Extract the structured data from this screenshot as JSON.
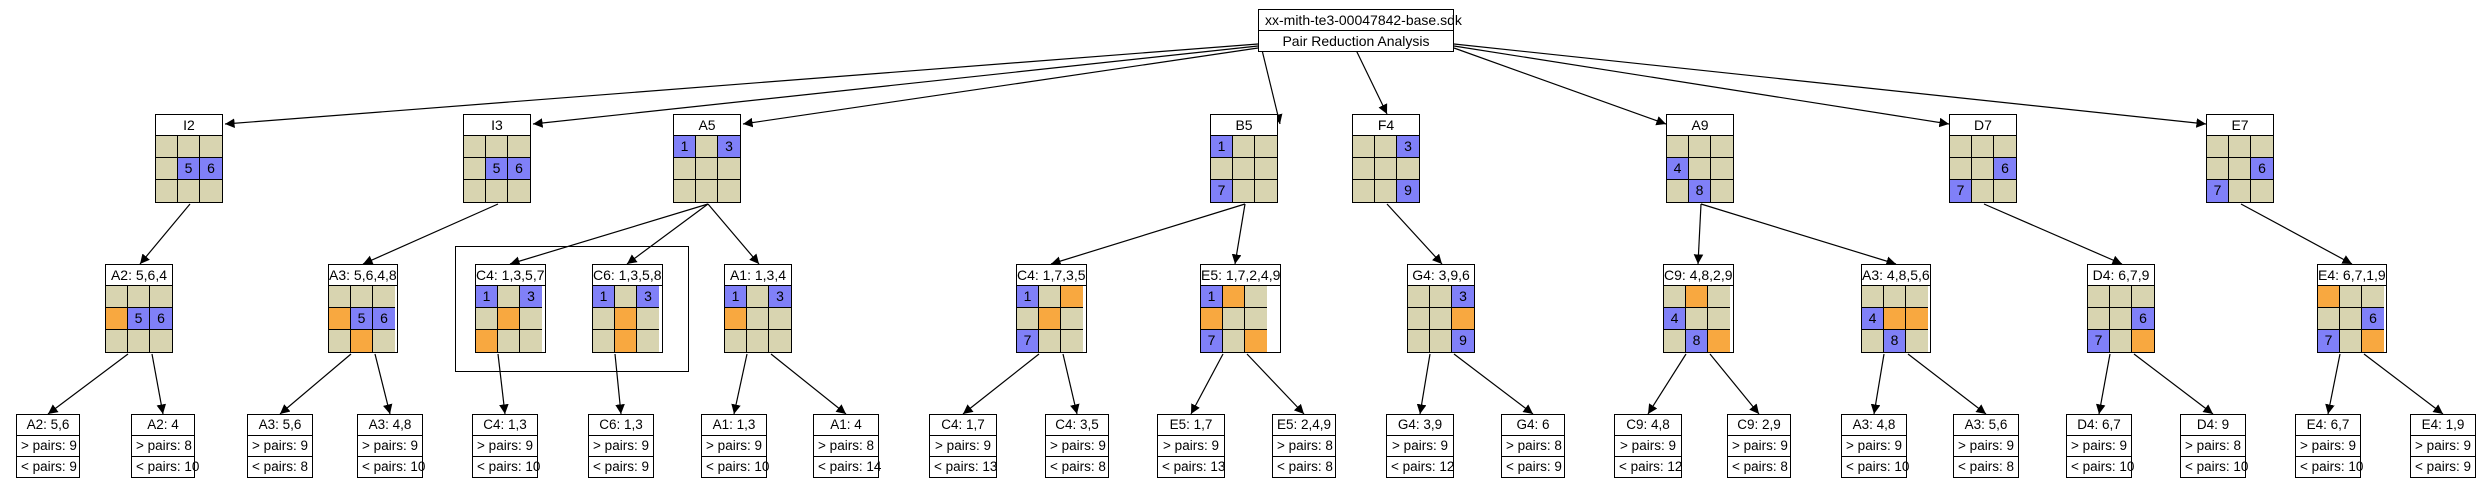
{
  "colors": {
    "base": "#d8d4b0",
    "blue": "#8080f8",
    "orange": "#f8a840",
    "line": "#000000"
  },
  "root": {
    "title": "xx-mith-te3-00047842-base.sdk",
    "subtitle": "Pair Reduction Analysis"
  },
  "nodes": {
    "I2": {
      "label": "I2",
      "cells": [
        "b",
        "b",
        "b",
        "b",
        "u:5",
        "u:6",
        "b",
        "b",
        "b"
      ]
    },
    "I3": {
      "label": "I3",
      "cells": [
        "b",
        "b",
        "b",
        "b",
        "u:5",
        "u:6",
        "b",
        "b",
        "b"
      ]
    },
    "A5": {
      "label": "A5",
      "cells": [
        "u:1",
        "b",
        "u:3",
        "b",
        "b",
        "b",
        "b",
        "b",
        "b"
      ]
    },
    "B5": {
      "label": "B5",
      "cells": [
        "u:1",
        "b",
        "b",
        "b",
        "b",
        "b",
        "u:7",
        "b",
        "b"
      ]
    },
    "F4": {
      "label": "F4",
      "cells": [
        "b",
        "b",
        "u:3",
        "b",
        "b",
        "b",
        "b",
        "b",
        "u:9"
      ]
    },
    "A9": {
      "label": "A9",
      "cells": [
        "b",
        "b",
        "b",
        "u:4",
        "b",
        "b",
        "b",
        "u:8",
        "b"
      ]
    },
    "D7": {
      "label": "D7",
      "cells": [
        "b",
        "b",
        "b",
        "b",
        "b",
        "u:6",
        "u:7",
        "b",
        "b"
      ]
    },
    "E7": {
      "label": "E7",
      "cells": [
        "b",
        "b",
        "b",
        "b",
        "b",
        "u:6",
        "u:7",
        "b",
        "b"
      ]
    },
    "A2n": {
      "label": "A2: 5,6,4",
      "cells": [
        "b",
        "b",
        "b",
        "o",
        "u:5",
        "u:6",
        "b",
        "b",
        "b"
      ]
    },
    "A3n": {
      "label": "A3: 5,6,4,8",
      "cells": [
        "b",
        "b",
        "b",
        "o",
        "u:5",
        "u:6",
        "b",
        "o",
        "b"
      ]
    },
    "C4a": {
      "label": "C4: 1,3,5,7",
      "cells": [
        "u:1",
        "b",
        "u:3",
        "b",
        "o",
        "b",
        "o",
        "b",
        "b"
      ]
    },
    "C6": {
      "label": "C6: 1,3,5,8",
      "cells": [
        "u:1",
        "b",
        "u:3",
        "b",
        "o",
        "b",
        "b",
        "o",
        "b"
      ]
    },
    "A1": {
      "label": "A1: 1,3,4",
      "cells": [
        "u:1",
        "b",
        "u:3",
        "o",
        "b",
        "b",
        "b",
        "b",
        "b"
      ]
    },
    "C4b": {
      "label": "C4: 1,7,3,5",
      "cells": [
        "u:1",
        "b",
        "o",
        "b",
        "o",
        "b",
        "u:7",
        "b",
        "b"
      ]
    },
    "E5": {
      "label": "E5: 1,7,2,4,9",
      "cells": [
        "u:1",
        "o",
        "b",
        "o",
        "b",
        "b",
        "u:7",
        "b",
        "o"
      ]
    },
    "G4": {
      "label": "G4: 3,9,6",
      "cells": [
        "b",
        "b",
        "u:3",
        "b",
        "b",
        "o",
        "b",
        "b",
        "u:9"
      ]
    },
    "C9": {
      "label": "C9: 4,8,2,9",
      "cells": [
        "b",
        "o",
        "b",
        "u:4",
        "b",
        "b",
        "b",
        "u:8",
        "o"
      ]
    },
    "A3b": {
      "label": "A3: 4,8,5,6",
      "cells": [
        "b",
        "b",
        "b",
        "u:4",
        "o",
        "o",
        "b",
        "u:8",
        "b"
      ]
    },
    "D4": {
      "label": "D4: 6,7,9",
      "cells": [
        "b",
        "b",
        "b",
        "b",
        "b",
        "u:6",
        "u:7",
        "b",
        "o"
      ]
    },
    "E4": {
      "label": "E4: 6,7,1,9",
      "cells": [
        "o",
        "b",
        "b",
        "b",
        "b",
        "u:6",
        "u:7",
        "b",
        "o"
      ]
    }
  },
  "leaves": [
    {
      "title": "A2: 5,6",
      "gt": "> pairs: 9",
      "lt": "< pairs: 9"
    },
    {
      "title": "A2: 4",
      "gt": "> pairs: 8",
      "lt": "< pairs: 10"
    },
    {
      "title": "A3: 5,6",
      "gt": "> pairs: 9",
      "lt": "< pairs: 8"
    },
    {
      "title": "A3: 4,8",
      "gt": "> pairs: 9",
      "lt": "< pairs: 10"
    },
    {
      "title": "C4: 1,3",
      "gt": "> pairs: 9",
      "lt": "< pairs: 10"
    },
    {
      "title": "C6: 1,3",
      "gt": "> pairs: 9",
      "lt": "< pairs: 9"
    },
    {
      "title": "A1: 1,3",
      "gt": "> pairs: 9",
      "lt": "< pairs: 10"
    },
    {
      "title": "A1: 4",
      "gt": "> pairs: 8",
      "lt": "< pairs: 14"
    },
    {
      "title": "C4: 1,7",
      "gt": "> pairs: 9",
      "lt": "< pairs: 13"
    },
    {
      "title": "C4: 3,5",
      "gt": "> pairs: 9",
      "lt": "< pairs: 8"
    },
    {
      "title": "E5: 1,7",
      "gt": "> pairs: 9",
      "lt": "< pairs: 13"
    },
    {
      "title": "E5: 2,4,9",
      "gt": "> pairs: 8",
      "lt": "< pairs: 8"
    },
    {
      "title": "G4: 3,9",
      "gt": "> pairs: 9",
      "lt": "< pairs: 12"
    },
    {
      "title": "G4: 6",
      "gt": "> pairs: 8",
      "lt": "< pairs: 9"
    },
    {
      "title": "C9: 4,8",
      "gt": "> pairs: 9",
      "lt": "< pairs: 12"
    },
    {
      "title": "C9: 2,9",
      "gt": "> pairs: 9",
      "lt": "< pairs: 8"
    },
    {
      "title": "A3: 4,8",
      "gt": "> pairs: 9",
      "lt": "< pairs: 10"
    },
    {
      "title": "A3: 5,6",
      "gt": "> pairs: 9",
      "lt": "< pairs: 8"
    },
    {
      "title": "D4: 6,7",
      "gt": "> pairs: 9",
      "lt": "< pairs: 10"
    },
    {
      "title": "D4: 9",
      "gt": "> pairs: 8",
      "lt": "< pairs: 10"
    },
    {
      "title": "E4: 6,7",
      "gt": "> pairs: 9",
      "lt": "< pairs: 10"
    },
    {
      "title": "E4: 1,9",
      "gt": "> pairs: 9",
      "lt": "< pairs: 9"
    }
  ]
}
